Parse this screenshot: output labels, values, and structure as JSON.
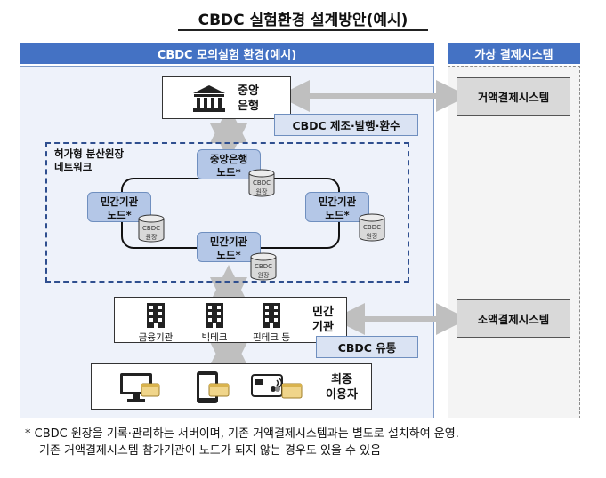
{
  "title": "CBDC 실험환경 설계방안(예시)",
  "left_header": "CBDC 모의실험 환경(예시)",
  "right_header": "가상 결제시스템",
  "central_bank": {
    "line1": "중앙",
    "line2": "은행"
  },
  "cbdc_issue_label": "CBDC 제조·발행·환수",
  "wholesale_system": "거액결제시스템",
  "retail_system": "소액결제시스템",
  "network_label": {
    "line1": "허가형 분산원장",
    "line2": "네트워크"
  },
  "nodes": {
    "central": {
      "line1": "중앙은행",
      "line2": "노드*"
    },
    "private_left": {
      "line1": "민간기관",
      "line2": "노드*"
    },
    "private_right": {
      "line1": "민간기관",
      "line2": "노드*"
    },
    "private_bottom": {
      "line1": "민간기관",
      "line2": "노드*"
    }
  },
  "ledger_db_label": {
    "line1": "CBDC",
    "line2": "원장"
  },
  "private_institutions": {
    "title_line1": "민간",
    "title_line2": "기관",
    "items": [
      "금융기관",
      "빅테크",
      "핀테크 등"
    ]
  },
  "cbdc_circulation_label": "CBDC 유통",
  "end_user": {
    "line1": "최종",
    "line2": "이용자"
  },
  "footnote": {
    "line1": "* CBDC 원장을 기록·관리하는 서버이며, 기존 거액결제시스템과는 별도로 설치하여 운영.",
    "line2": "기존 거액결제시스템 참가기관이 노드가 되지 않는 경우도 있을 수 있음"
  },
  "colors": {
    "header_blue": "#4472c4",
    "label_blue": "#dae3f3",
    "node_blue": "#b4c7e7",
    "gray_box": "#d9d9d9",
    "arrow_gray": "#bfbfbf"
  }
}
